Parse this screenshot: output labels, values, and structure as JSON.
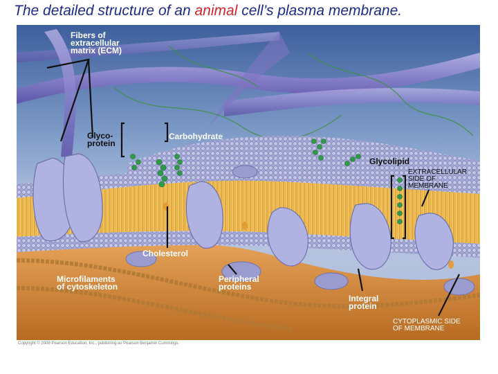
{
  "title": {
    "part1": "The detailed structure of an ",
    "highlight": "animal",
    "part2": " cell’s plasma membrane."
  },
  "labels": {
    "fibers_ecm": "Fibers of\nextracellular\nmatrix (ECM)",
    "glycoprotein": "Glyco-\nprotein",
    "carbohydrate": "Carbohydrate",
    "glycolipid": "Glycolipid",
    "extracellular_side": "EXTRACELLULAR\nSIDE OF\nMEMBRANE",
    "cholesterol": "Cholesterol",
    "microfilaments": "Microfilaments\nof cytoskeleton",
    "peripheral_proteins": "Peripheral\nproteins",
    "integral_protein": "Integral\nprotein",
    "cytoplasmic_side": "CYTOPLASMIC SIDE\nOF MEMBRANE"
  },
  "copyright": "Copyright © 2008 Pearson Education, Inc., publishing as Pearson Benjamin Cummings.",
  "colors": {
    "title": "#1b2a8a",
    "title_highlight": "#d2242a",
    "background_top": "#4a6ea8",
    "membrane_heads": "#9096c4",
    "membrane_tails": "#e8b248",
    "protein": "#aeb0e0",
    "carbohydrate_beads": "#2e9a4a",
    "cytoplasm": "#d08a3a"
  }
}
